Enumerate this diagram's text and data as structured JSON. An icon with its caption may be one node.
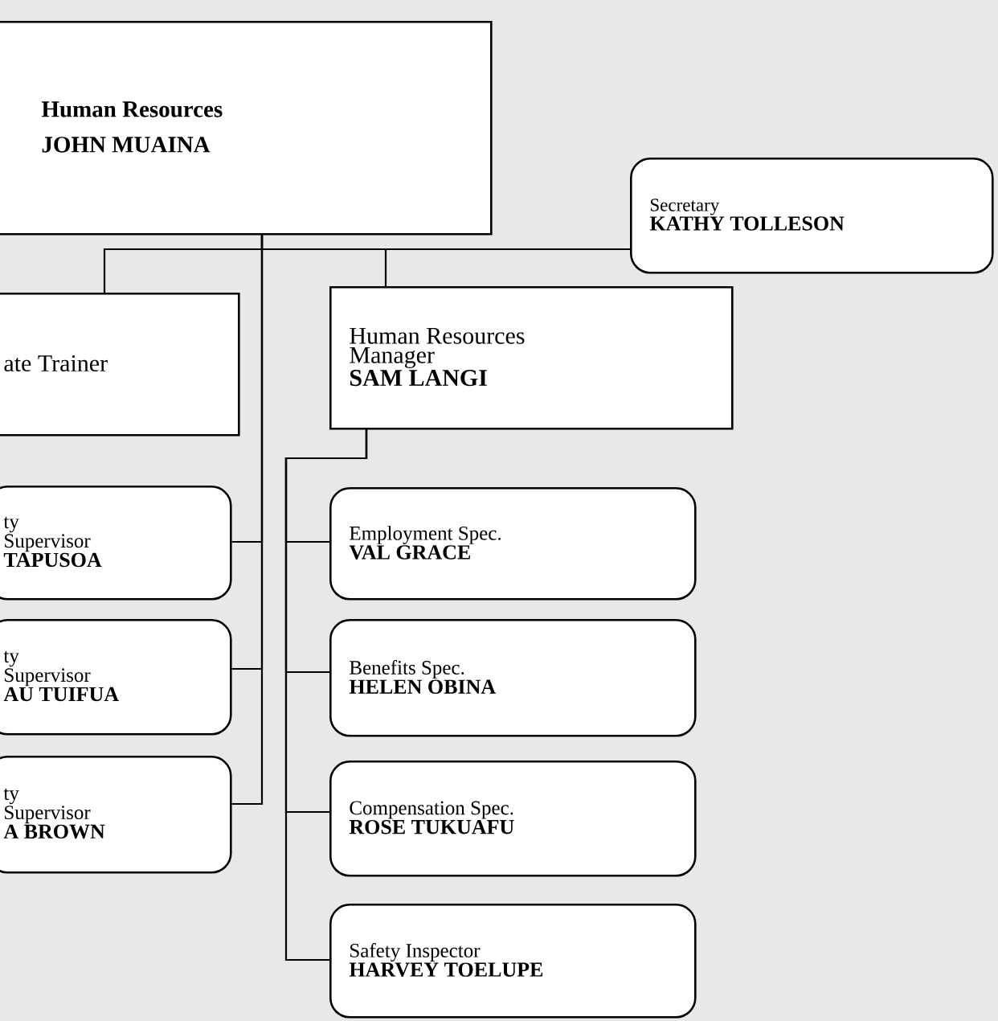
{
  "diagram": {
    "nodes": [
      {
        "text": [
          "Human Resources",
          "JOHN MUAINA"
        ]
      },
      {
        "text": [
          "Secretary",
          "KATHY TOLLESON"
        ]
      },
      {
        "text": [
          "ate Trainer"
        ]
      },
      {
        "text": [
          "Human Resources Manager",
          "SAM LANGI"
        ]
      },
      {
        "text": [
          "ty",
          "Supervisor",
          "TAPUSOA"
        ]
      },
      {
        "text": [
          "ty",
          "Supervisor",
          "AU TUIFUA"
        ]
      },
      {
        "text": [
          "ty",
          "Supervisor",
          "A BROWN"
        ]
      },
      {
        "text": [
          "Employment Spec.",
          "VAL GRACE"
        ]
      },
      {
        "text": [
          "Benefits Spec.",
          "HELEN OBINA"
        ]
      },
      {
        "text": [
          "Compensation Spec.",
          "ROSE TUKUAFU"
        ]
      },
      {
        "text": [
          "Safety Inspector",
          "HARVEY TOELUPE"
        ]
      }
    ],
    "edges": [
      {
        "from": 0,
        "to": 1,
        "arrow": "none"
      },
      {
        "from": 0,
        "to": 2,
        "arrow": "none"
      },
      {
        "from": 0,
        "to": 3,
        "arrow": "none"
      },
      {
        "from": 0,
        "to": 4,
        "arrow": "none"
      },
      {
        "from": 0,
        "to": 5,
        "arrow": "none"
      },
      {
        "from": 0,
        "to": 6,
        "arrow": "none"
      },
      {
        "from": 3,
        "to": 7,
        "arrow": "none"
      },
      {
        "from": 3,
        "to": 8,
        "arrow": "none"
      },
      {
        "from": 3,
        "to": 9,
        "arrow": "none"
      },
      {
        "from": 3,
        "to": 10,
        "arrow": "none"
      }
    ]
  }
}
